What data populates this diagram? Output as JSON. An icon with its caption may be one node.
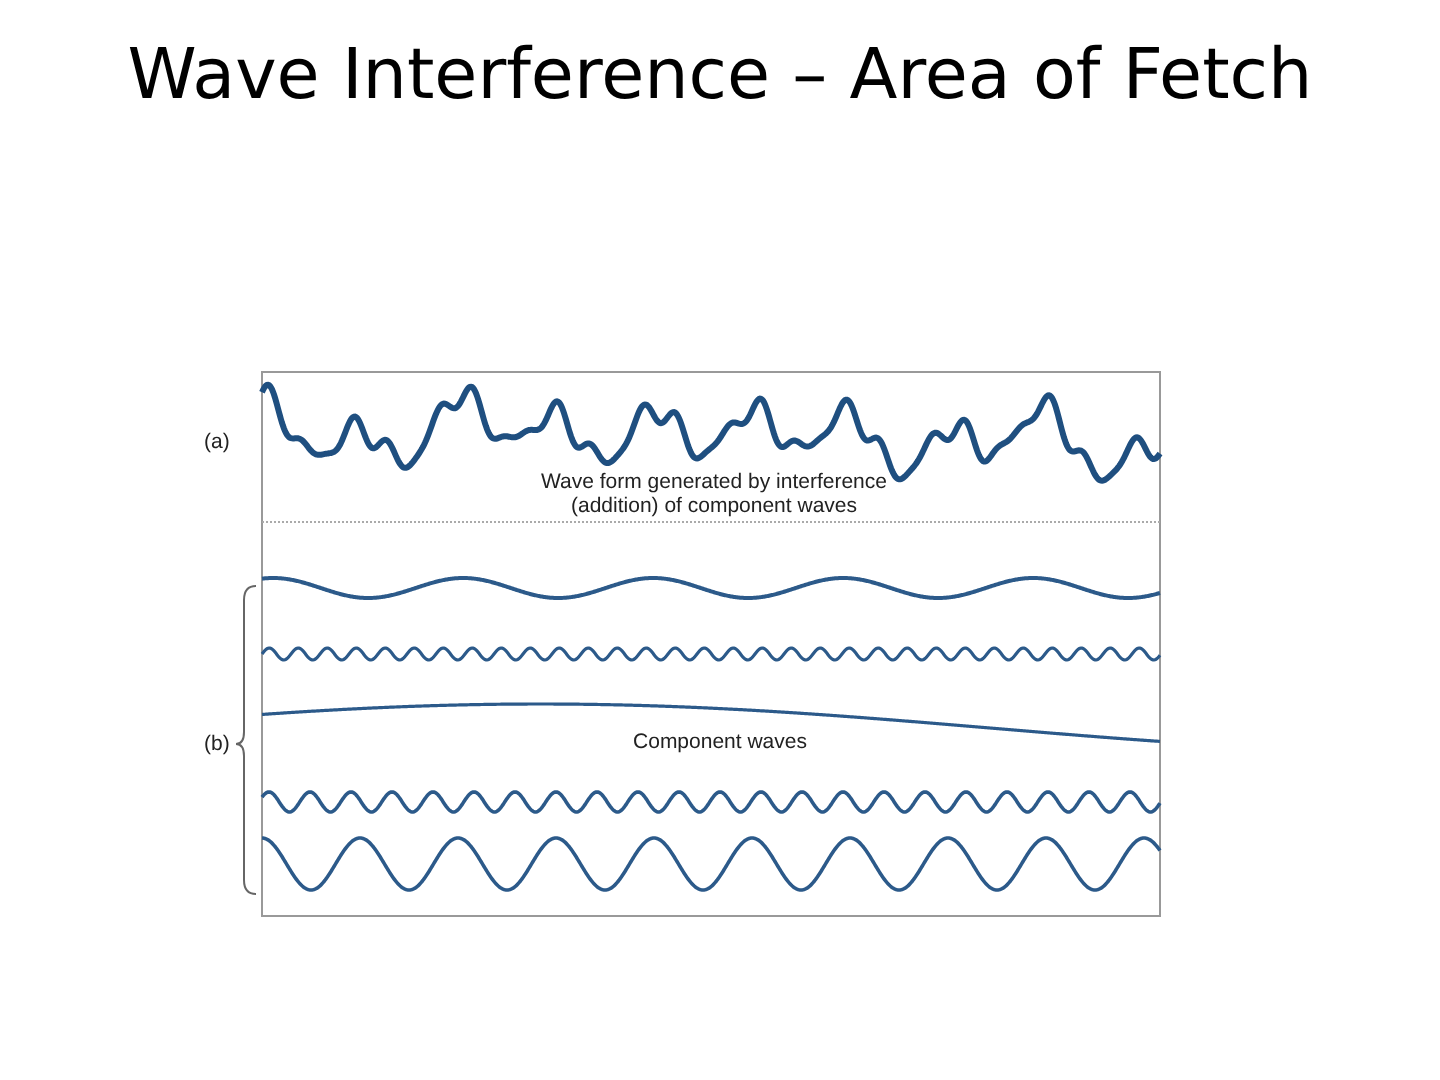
{
  "diagram": {
    "title": "Wave Interference – Area of Fetch",
    "labels": [
      "(a)",
      "Wave form generated by interference (addition) of component waves",
      "(b)",
      "Component waves"
    ]
  }
}
